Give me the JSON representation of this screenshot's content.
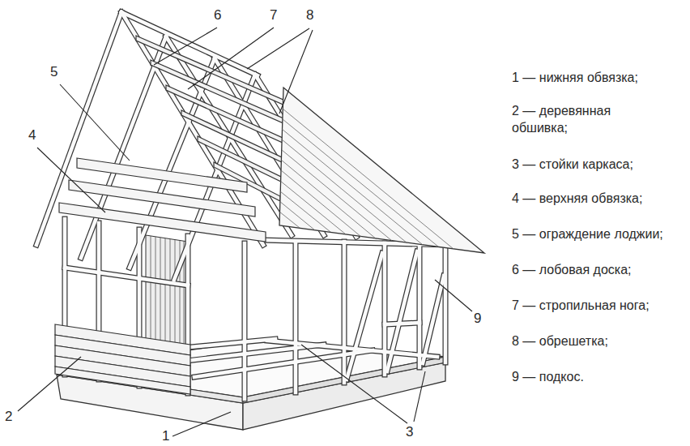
{
  "diagram": {
    "labels": [
      "6",
      "7",
      "8",
      "5",
      "4",
      "9",
      "2",
      "1",
      "3",
      "1 — нижняя обвязка;",
      "2 — деревянная обшивка;",
      "3 — стойки каркаса;",
      "4 — верхняя обвязка;",
      "5 — ограждение лоджии;",
      "6 — лобовая доска;",
      "7 — стропильная нога;",
      "8 — обрешетка;",
      "9 — подкос."
    ]
  }
}
